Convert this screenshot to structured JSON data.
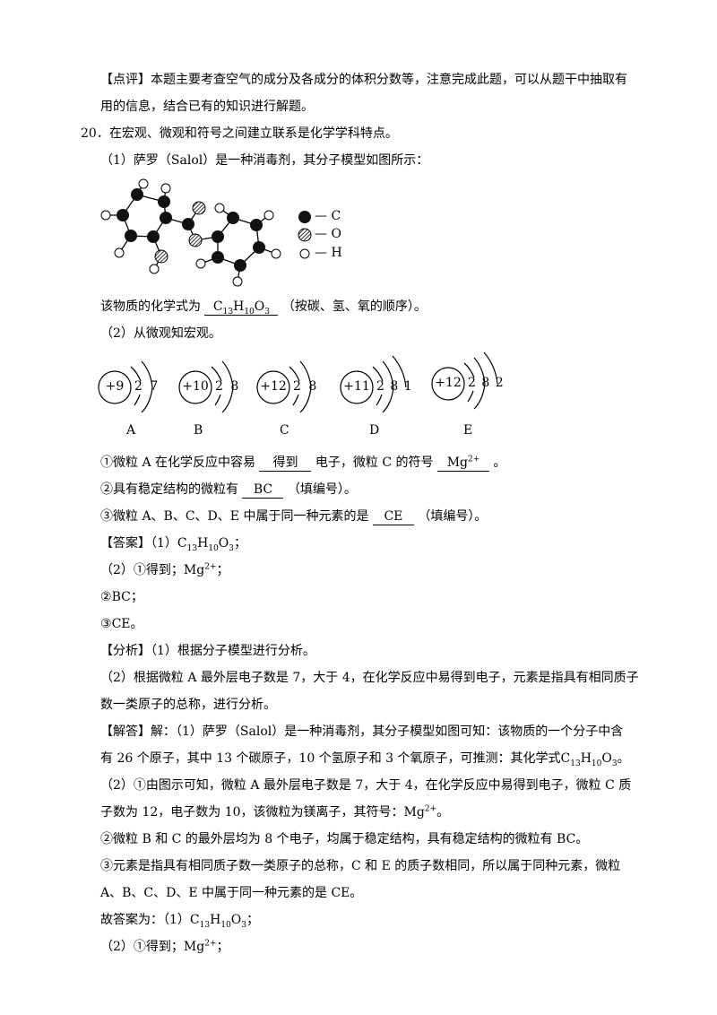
{
  "review": {
    "line1": "【点评】本题主要考查空气的成分及各成分的体积分数等，注意完成此题，可以从题干中抽取有",
    "line2": "用的信息，结合已有的知识进行解题。"
  },
  "question": {
    "number": "20．",
    "stem": "在宏观、微观和符号之间建立联系是化学学科特点。",
    "part1_intro": "（1）萨罗（Salol）是一种消毒剂，其分子模型如图所示：",
    "legend": {
      "c": "— C",
      "o": "— O",
      "h": "— H"
    },
    "formula_pre": "该物质的化学式为",
    "formula_after": "（按碳、氢、氧的顺序）。",
    "part2_intro": "（2）从微观知宏观。",
    "atoms": [
      {
        "label": "A",
        "nucleus": "+9",
        "electrons": "2 7"
      },
      {
        "label": "B",
        "nucleus": "+10",
        "electrons": "2 8"
      },
      {
        "label": "C",
        "nucleus": "+12",
        "electrons": "2 8"
      },
      {
        "label": "D",
        "nucleus": "+11",
        "electrons": "2 8 1"
      },
      {
        "label": "E",
        "nucleus": "+12",
        "electrons": "2 8 2"
      }
    ],
    "q1_num": "①",
    "q1_a": "微粒 A 在化学反应中容易",
    "q1_blank": "得到",
    "q1_b": "电子，微粒 C 的符号",
    "q1_end": "。",
    "q2_num": "②",
    "q2_a": "具有稳定结构的微粒有",
    "q2_blank": "BC",
    "q2_b": "（填编号）。",
    "q3_num": "③",
    "q3_a": "微粒 A、B、C、D、E 中属于同一种元素的是",
    "q3_blank": "CE",
    "q3_b": "（填编号）。"
  },
  "answer": {
    "tag": "【答案】",
    "p1": "（1）",
    "p2": "（2）",
    "p2_text": "得到；",
    "bc": "BC；",
    "ce": "CE。",
    "n1": "①",
    "n2": "②",
    "n3": "③"
  },
  "analysis": {
    "tag": "【分析】",
    "l1": "（1）根据分子模型进行分析。",
    "l2": "（2）根据微粒 A 最外层电子数是 7，大于 4，在化学反应中易得到电子，元素是指具有相同质子",
    "l3": "数一类原子的总称，进行分析。"
  },
  "solution": {
    "tag": "【解答】",
    "l1": "解：（1）萨罗（Salol）是一种消毒剂，其分子模型如图可知：该物质的一个分子中含",
    "l2": "有 26 个原子，其中 13 个碳原子，10 个氢原子和 3 个氧原子，可推测：其化学式",
    "l3_pre": "（2）",
    "l3": "由图示可知，微粒 A 最外层电子数是 7，大于 4，在化学反应中易得到电子，微粒 C 质",
    "l4": "子数为 12，电子数为 10，该微粒为镁离子，其符号：",
    "l5": "微粒 B 和 C 的最外层均为 8 个电子，均属于稳定结构，具有稳定结构的微粒有 BC。",
    "l6": "元素是指具有相同质子数一类原子的总称，C 和 E 的质子数相同，所以属于同种元素，微粒",
    "l7": "A、B、C、D、E 中属于同一种元素的是 CE。",
    "final": "故答案为：（1）",
    "final2_pre": "（2）",
    "final2": "得到；",
    "n1": "①",
    "n2": "②",
    "n3": "③"
  },
  "formula": {
    "c": "C",
    "c_n": "13",
    "h": "H",
    "h_n": "10",
    "o": "O",
    "o_n": "3"
  },
  "ion": {
    "symbol": "Mg",
    "charge": "2+"
  },
  "punct": {
    "semicolon": "；",
    "period": "。"
  }
}
